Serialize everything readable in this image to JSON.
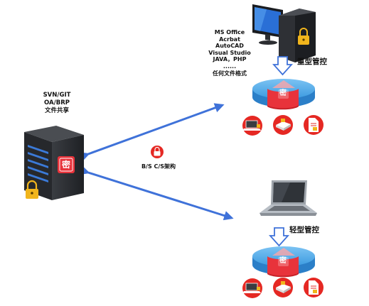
{
  "server": {
    "caption_lines": [
      "SVN/GIT",
      "OA/BRP",
      "文件共享"
    ],
    "badge": "密"
  },
  "link": {
    "protocol_label": "B/S  C/S架构"
  },
  "heavy_control": {
    "software_lines": [
      "MS Office",
      "Acrbat",
      "AutoCAD",
      "Visual Studio",
      "JAVA，PHP",
      "......",
      "任何文件格式"
    ],
    "title": "重型管控",
    "badge": "密",
    "icons": [
      "laptop-lock-icon",
      "disk-lock-icon",
      "document-lock-icon"
    ]
  },
  "light_control": {
    "title": "轻型管控",
    "badge": "密",
    "icons": [
      "laptop-lock-icon",
      "disk-lock-icon",
      "document-lock-icon"
    ]
  },
  "colors": {
    "arrow_blue": "#3f72d9",
    "disc_blue": "#3c9be0",
    "disc_red": "#e8333b",
    "lock_gold": "#f1b51c",
    "icon_red": "#e52823"
  }
}
